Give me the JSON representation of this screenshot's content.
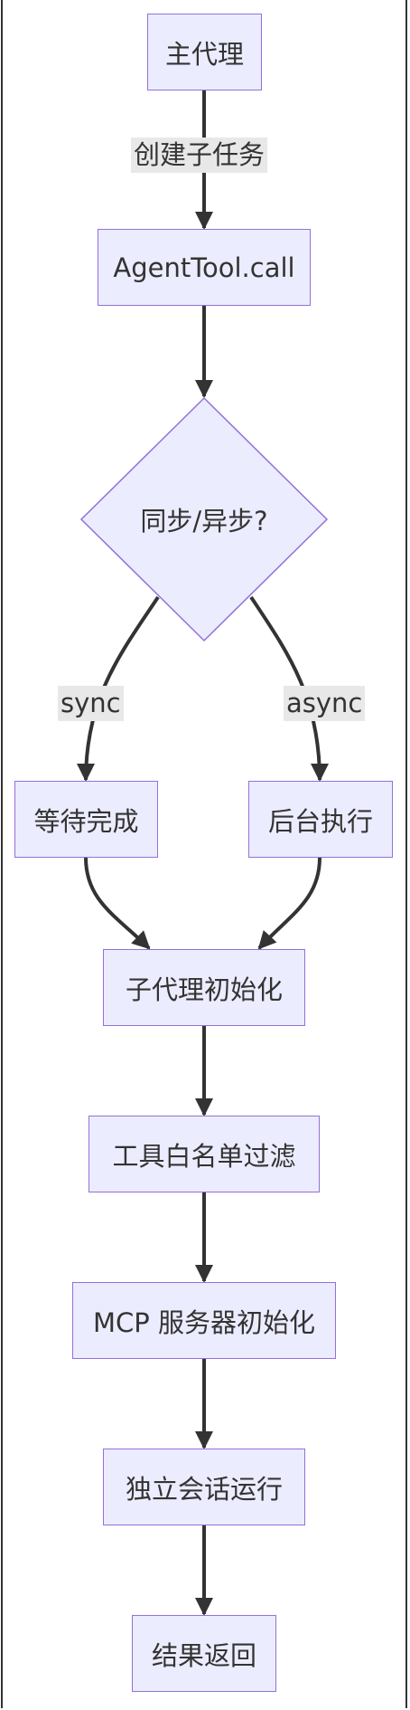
{
  "nodes": {
    "main_agent": "主代理",
    "agent_tool_call": "AgentTool.call",
    "sync_async_decision": "同步/异步?",
    "wait_complete": "等待完成",
    "background_exec": "后台执行",
    "subagent_init": "子代理初始化",
    "tool_whitelist_filter": "工具白名单过滤",
    "mcp_server_init": "MCP 服务器初始化",
    "isolated_session_run": "独立会话运行",
    "result_return": "结果返回"
  },
  "edges": {
    "create_subtask": "创建子任务",
    "sync": "sync",
    "async": "async"
  },
  "colors": {
    "node_fill": "#ececff",
    "node_border": "#9370db",
    "edge": "#333333",
    "edge_label_bg": "#e8e8e8"
  }
}
